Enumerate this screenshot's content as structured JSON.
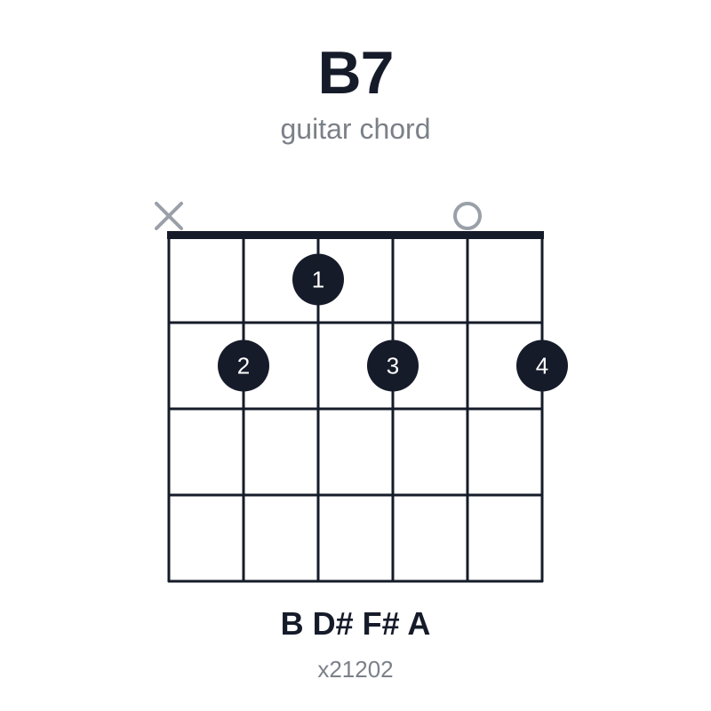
{
  "chord": {
    "name": "B7",
    "subtitle": "guitar chord",
    "notes": "B D# F# A",
    "fingering": "x21202"
  },
  "diagram": {
    "strings": 6,
    "frets_shown": 4,
    "string_states": [
      "muted",
      "fretted",
      "fretted",
      "fretted",
      "open",
      "fretted"
    ],
    "dots": [
      {
        "finger": "1",
        "string": 3,
        "fret": 1
      },
      {
        "finger": "2",
        "string": 2,
        "fret": 2
      },
      {
        "finger": "3",
        "string": 4,
        "fret": 2
      },
      {
        "finger": "4",
        "string": 6,
        "fret": 2
      }
    ],
    "colors": {
      "ink": "#161b2a",
      "marker": "#9aa0a8",
      "dot_text": "#ffffff",
      "muted_text": "#7b8088"
    }
  }
}
